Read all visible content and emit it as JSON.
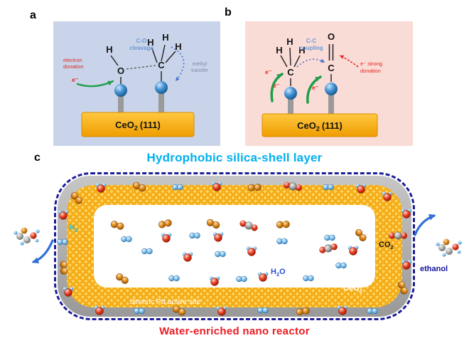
{
  "figure": {
    "panel_labels": {
      "a": "a",
      "b": "b",
      "c": "c"
    }
  },
  "atoms": {
    "h": "H",
    "o": "O",
    "c": "C"
  },
  "e_minus": "e⁻",
  "slab": {
    "base": "CeO",
    "sub": "2",
    "suffix": "(111)"
  },
  "panel_a": {
    "cleavage_line1": "C-O",
    "cleavage_line2": "cleavage",
    "electron_line1": "electron",
    "electron_line2": "donation",
    "methyl_line1": "methyl",
    "methyl_line2": "transfer"
  },
  "panel_b": {
    "coupling_line1": "C-C",
    "coupling_line2": "coupling",
    "donation_line1": "e⁻ strong",
    "donation_line2": "donation"
  },
  "panel_c": {
    "title_top": "Hydrophobic silica-shell layer",
    "title_bottom": "Water-enriched nano reactor",
    "h2": {
      "base": "H",
      "sub": "2"
    },
    "h2o": {
      "base": "H",
      "sub": "2",
      "rest": "O"
    },
    "co2": {
      "base": "CO",
      "sub": "2"
    },
    "ceo2": {
      "base": "CeO",
      "sub": "2"
    },
    "pd_site": "dimeric Pd active site",
    "ethanol": "ethanol"
  },
  "colors": {
    "panel_a_bg": "#c9d4ea",
    "panel_b_bg": "#fadcd7",
    "slab_orange": "#f2a405",
    "title_cyan": "#00b0f0",
    "title_red": "#ec1b24",
    "border_navy": "#1d1d96",
    "shell_gray": "#ababab",
    "silica_yellow": "#f6b31b",
    "sphere_blue": "#3b8ed6",
    "pd_orange": "#dd8518"
  }
}
